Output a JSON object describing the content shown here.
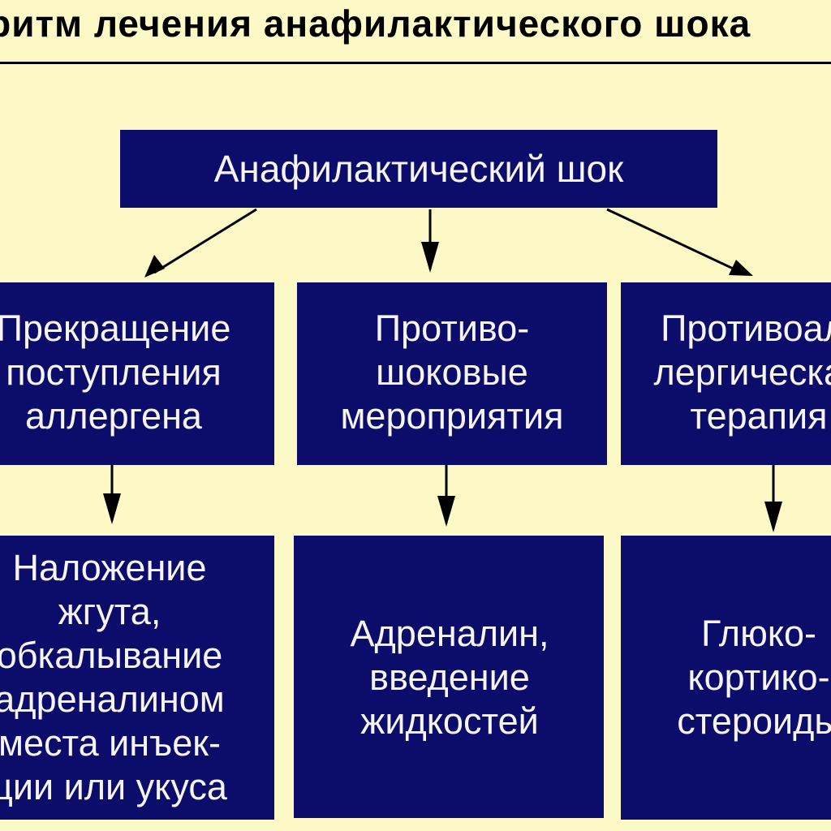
{
  "title": "оритм лечения анафилактического шока",
  "root": "Анафилактический шок",
  "branches": [
    {
      "label": "Прекращение\nпоступления\nаллергена",
      "action": "Наложение\nжгута,\nобкалывание\nадреналином\nместа инъек-\nции или укуса"
    },
    {
      "label": "Противо-\nшоковые\nмероприятия",
      "action": "Адреналин,\nвведение\nжидкостей"
    },
    {
      "label": "Противоал-\nлергическая\nтерапия",
      "action": "Глюко-\nкортико-\nстероиды"
    }
  ],
  "colors": {
    "background": "#fdf9c7",
    "box": "#0c0c6a",
    "box_text": "#f5f5f5",
    "line": "#000000"
  }
}
